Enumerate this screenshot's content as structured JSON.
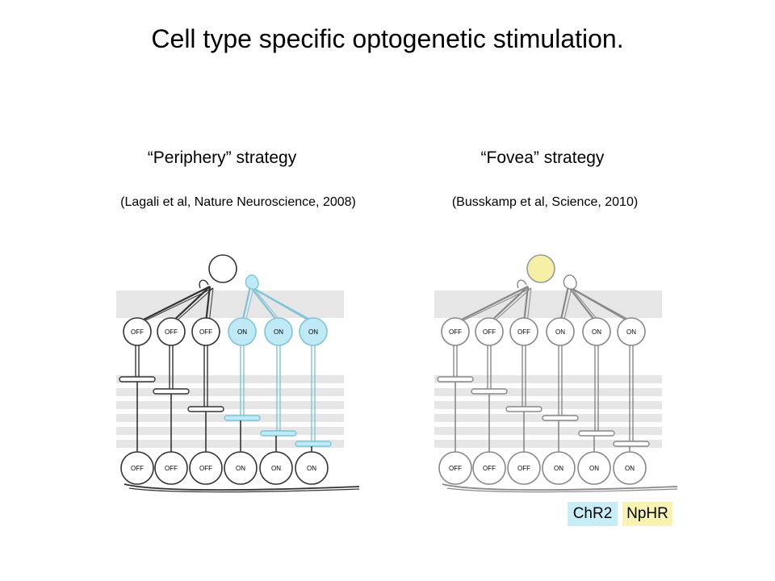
{
  "title": "Cell type specific optogenetic stimulation.",
  "left": {
    "strategy": "“Periphery” strategy",
    "citation": "(Lagali et al, Nature Neuroscience, 2008)",
    "bipolar_labels": [
      "OFF",
      "OFF",
      "OFF",
      "ON",
      "ON",
      "ON"
    ],
    "ganglion_labels": [
      "OFF",
      "OFF",
      "OFF",
      "ON",
      "ON",
      "ON"
    ],
    "highlight": "ON bipolar cells (ChR2)"
  },
  "right": {
    "strategy": "“Fovea” strategy",
    "citation": "(Busskamp et al, Science, 2010)",
    "bipolar_labels": [
      "OFF",
      "OFF",
      "OFF",
      "ON",
      "ON",
      "ON"
    ],
    "ganglion_labels": [
      "OFF",
      "OFF",
      "OFF",
      "ON",
      "ON",
      "ON"
    ],
    "highlight": "Photoreceptor (NpHR)"
  },
  "legend": {
    "chr2": "ChR2",
    "nphr": "NpHR",
    "chr2_color": "#c7eef7",
    "nphr_color": "#f8f3b0"
  },
  "colors": {
    "chr2_fill": "#bfeaf5",
    "chr2_stroke": "#7fc4d6",
    "nphr_fill": "#f6f0a6",
    "layer_band": "#e6e6e6"
  }
}
